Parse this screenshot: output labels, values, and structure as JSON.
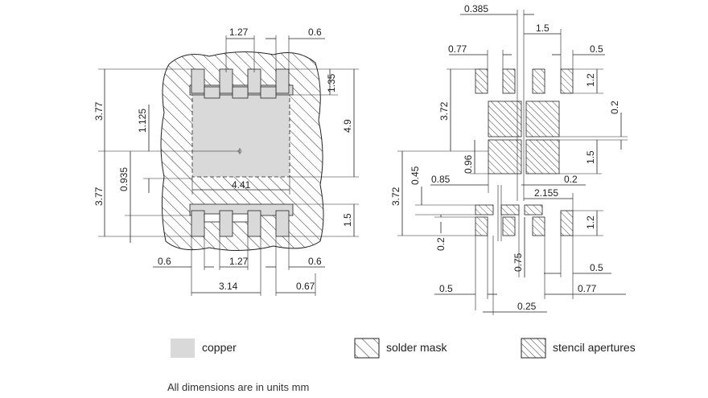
{
  "land_pattern": {
    "dims": {
      "top_pitch": "1.27",
      "top_pad_w": "0.6",
      "top_height": "3.77",
      "top_offset": "1.125",
      "top_pad_h": "1.35",
      "total_h": "4.9",
      "bottom_height": "3.77",
      "bottom_offset": "0.935",
      "pad_width": "4.41",
      "bottom_pad_h": "1.5",
      "bot_left_w": "0.6",
      "bot_pitch": "1.27",
      "bot_right_w": "0.6",
      "span_314": "3.14",
      "span_067": "0.67"
    }
  },
  "stencil": {
    "dims": {
      "d0385": "0.385",
      "d15_top": "1.5",
      "d077_top": "0.77",
      "d05_top": "0.5",
      "d12_top": "1.2",
      "d372_top": "3.72",
      "d02_right": "0.2",
      "d15_mid": "1.5",
      "d096": "0.96",
      "d045": "0.45",
      "d085": "0.85",
      "d02_mid": "0.2",
      "d2155": "2.155",
      "d372_bot": "3.72",
      "d12_bot": "1.2",
      "d02_left": "0.2",
      "d075": "0.75",
      "d05_right": "0.5",
      "d05_bot": "0.5",
      "d077_bot": "0.77",
      "d025": "0.25"
    }
  },
  "legend": {
    "copper": "copper",
    "solder_mask": "solder mask",
    "stencil_apertures": "stencil apertures"
  },
  "note": "All dimensions are in units mm",
  "colors": {
    "copper": "#d9d9d9",
    "mask_bg": "#ffffff",
    "stroke": "#222222"
  }
}
